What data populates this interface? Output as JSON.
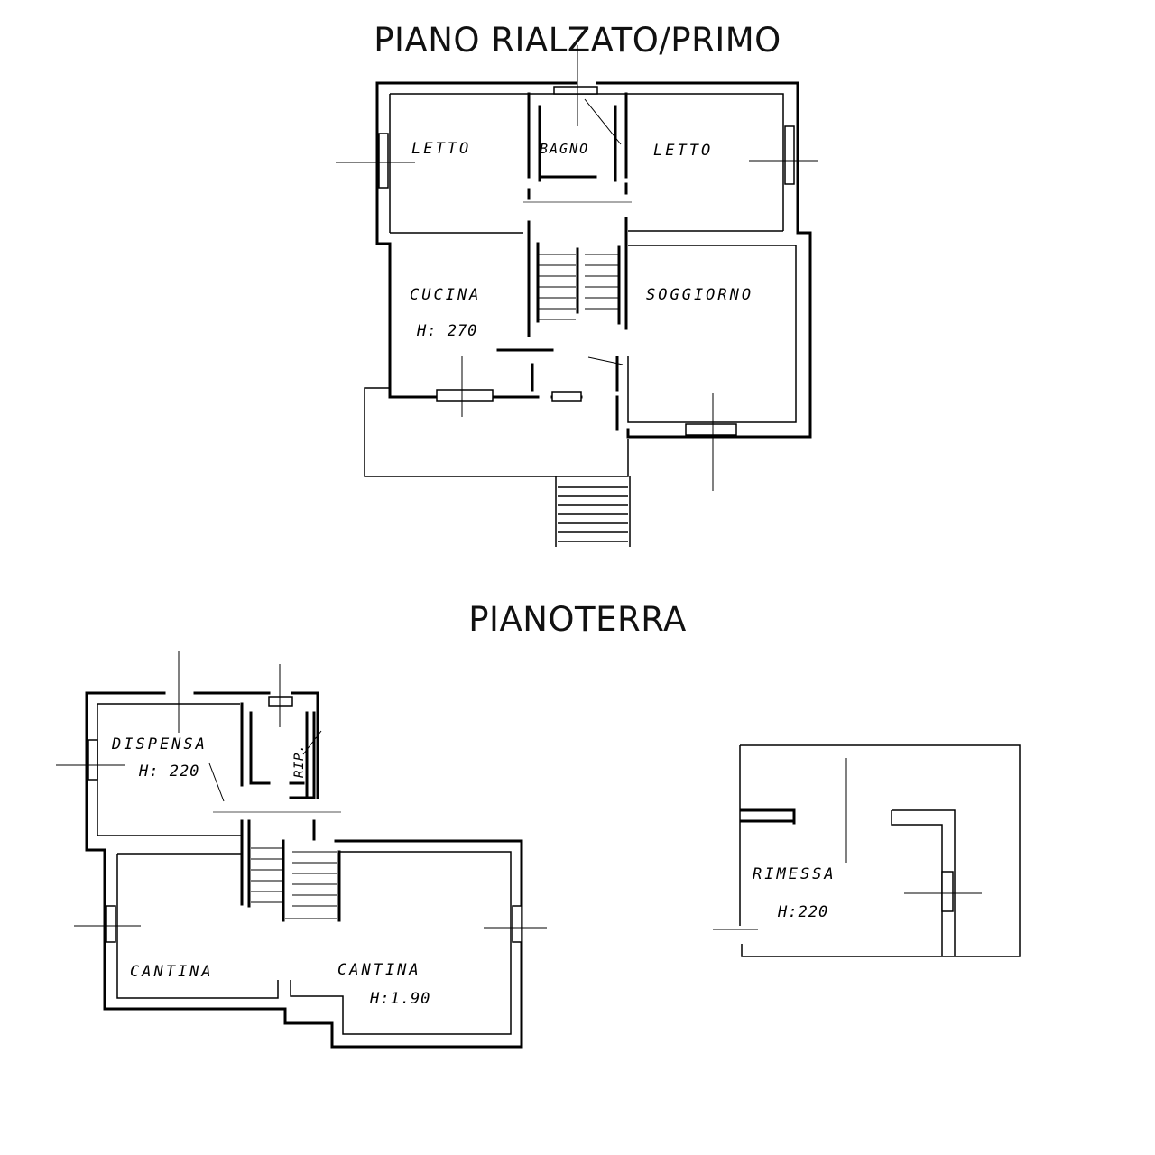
{
  "titles": {
    "upper_floor": "PIANO RIALZATO/PRIMO",
    "ground_floor": "PIANOTERRA"
  },
  "upper_rooms": {
    "letto_left": "LETTO",
    "bagno": "BAGNO",
    "letto_right": "LETTO",
    "cucina": "CUCINA",
    "cucina_height": "H: 270",
    "soggiorno": "SOGGIORNO"
  },
  "ground_rooms": {
    "dispensa": "DISPENSA",
    "dispensa_height": "H: 220",
    "rip": "RIP.",
    "cantina_left": "CANTINA",
    "cantina_right": "CANTINA",
    "cantina_height": "H:1.90"
  },
  "garage": {
    "rimessa": "RIMESSA",
    "rimessa_height": "H:220"
  }
}
